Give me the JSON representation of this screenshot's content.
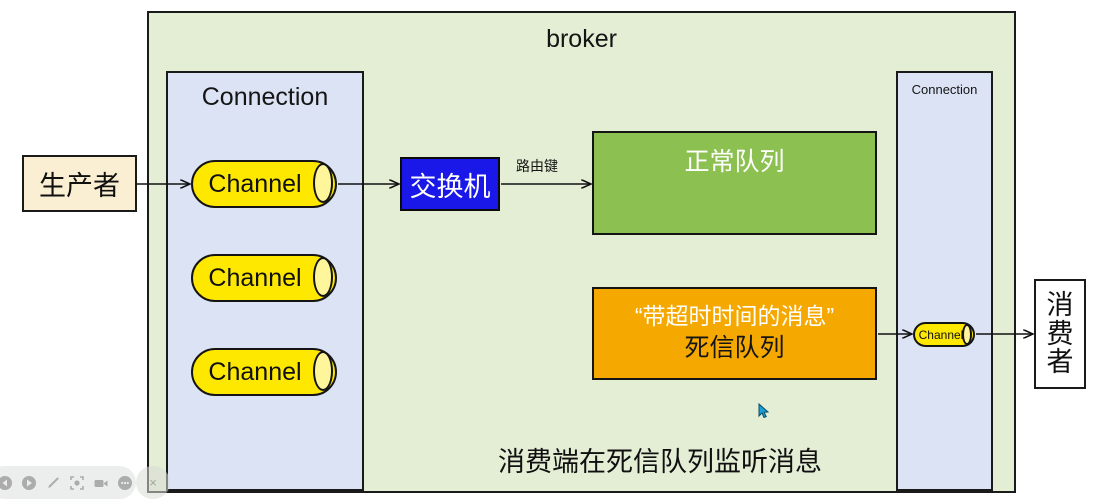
{
  "diagram": {
    "broker": {
      "title": "broker",
      "bg_color": "#e3eed5"
    },
    "producer": {
      "label": "生产者",
      "bg_color": "#faeed3"
    },
    "consumer": {
      "chars": [
        "消",
        "费",
        "者"
      ],
      "bg_color": "#ffffff"
    },
    "connection_left": {
      "label": "Connection",
      "bg_color": "#dce3f5",
      "channels": [
        {
          "label": "Channel"
        },
        {
          "label": "Channel"
        },
        {
          "label": "Channel"
        }
      ]
    },
    "connection_right": {
      "label": "Connection",
      "bg_color": "#dce3f5",
      "channel": {
        "label": "Channel"
      }
    },
    "exchange": {
      "label": "交换机",
      "bg_color": "#1a18e8",
      "text_color": "#ffffff"
    },
    "routing_key": {
      "label": "路由键"
    },
    "normal_queue": {
      "label": "正常队列",
      "bg_color": "#8cc152",
      "text_color": "#ffffff"
    },
    "dead_letter_queue": {
      "line1": "“带超时时间的消息”",
      "line2": "死信队列",
      "bg_color": "#f5a800",
      "line1_color": "#ffffff",
      "line2_color": "#151515"
    },
    "caption": "消费端在死信队列监听消息"
  },
  "toolbar": {
    "icons": [
      "skip-back-icon",
      "play-icon",
      "pencil-icon",
      "screenshot-icon",
      "camera-icon",
      "more-icon"
    ],
    "close_label": "×"
  }
}
